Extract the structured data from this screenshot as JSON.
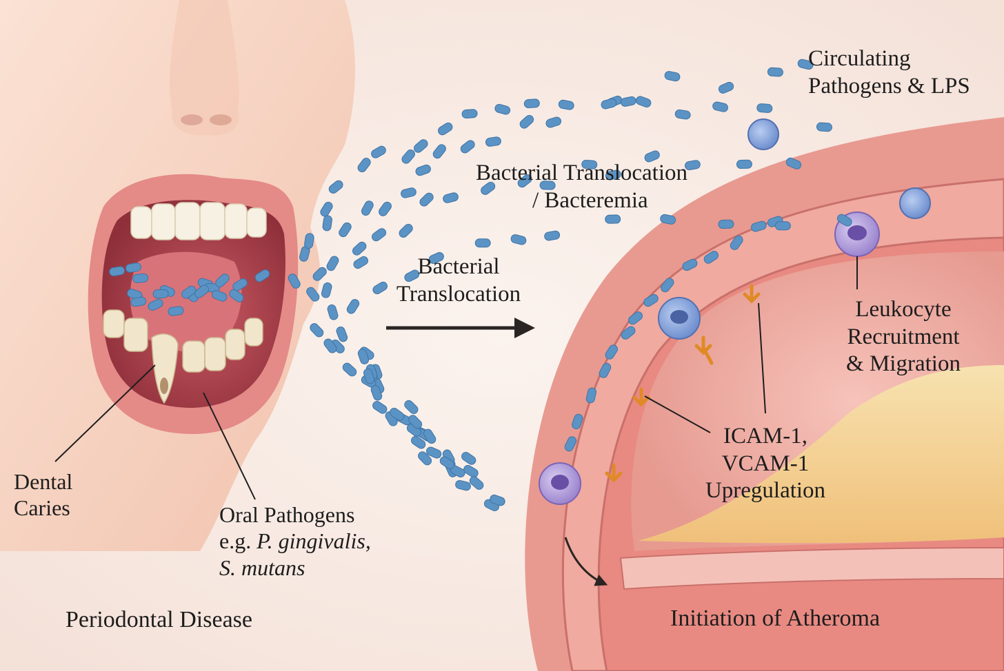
{
  "labels": {
    "circulating": [
      "Circulating",
      "Pathogens & LPS"
    ],
    "bacteremia": [
      "Bacterial Translocation",
      "/ Bacteremia"
    ],
    "translocation": [
      "Bacterial",
      "Translocation"
    ],
    "leukocyte": [
      "Leukocyte",
      "Recruitment",
      "& Migration"
    ],
    "icam": [
      "ICAM-1,",
      "VCAM-1",
      "Upregulation"
    ],
    "dental_caries": [
      "Dental",
      "Caries"
    ],
    "oral_pathogens": {
      "title": "Oral Pathogens",
      "prefix": "e.g. ",
      "species1": "P. gingivalis,",
      "species2": "S. mutans"
    },
    "periodontal": "Periodontal Disease",
    "atheroma": "Initiation of Atheroma"
  },
  "colors": {
    "background": "#f8ece6",
    "bacteria": "#5b93c4",
    "vessel_wall": "#e89a90",
    "lumen": "#f2b3aa",
    "plaque": "#f5d79e",
    "leukocyte": "#a38ed3",
    "adhesion_molecule": "#f0a640",
    "skin": "#f7d3c2",
    "arrow": "#2a2522"
  }
}
